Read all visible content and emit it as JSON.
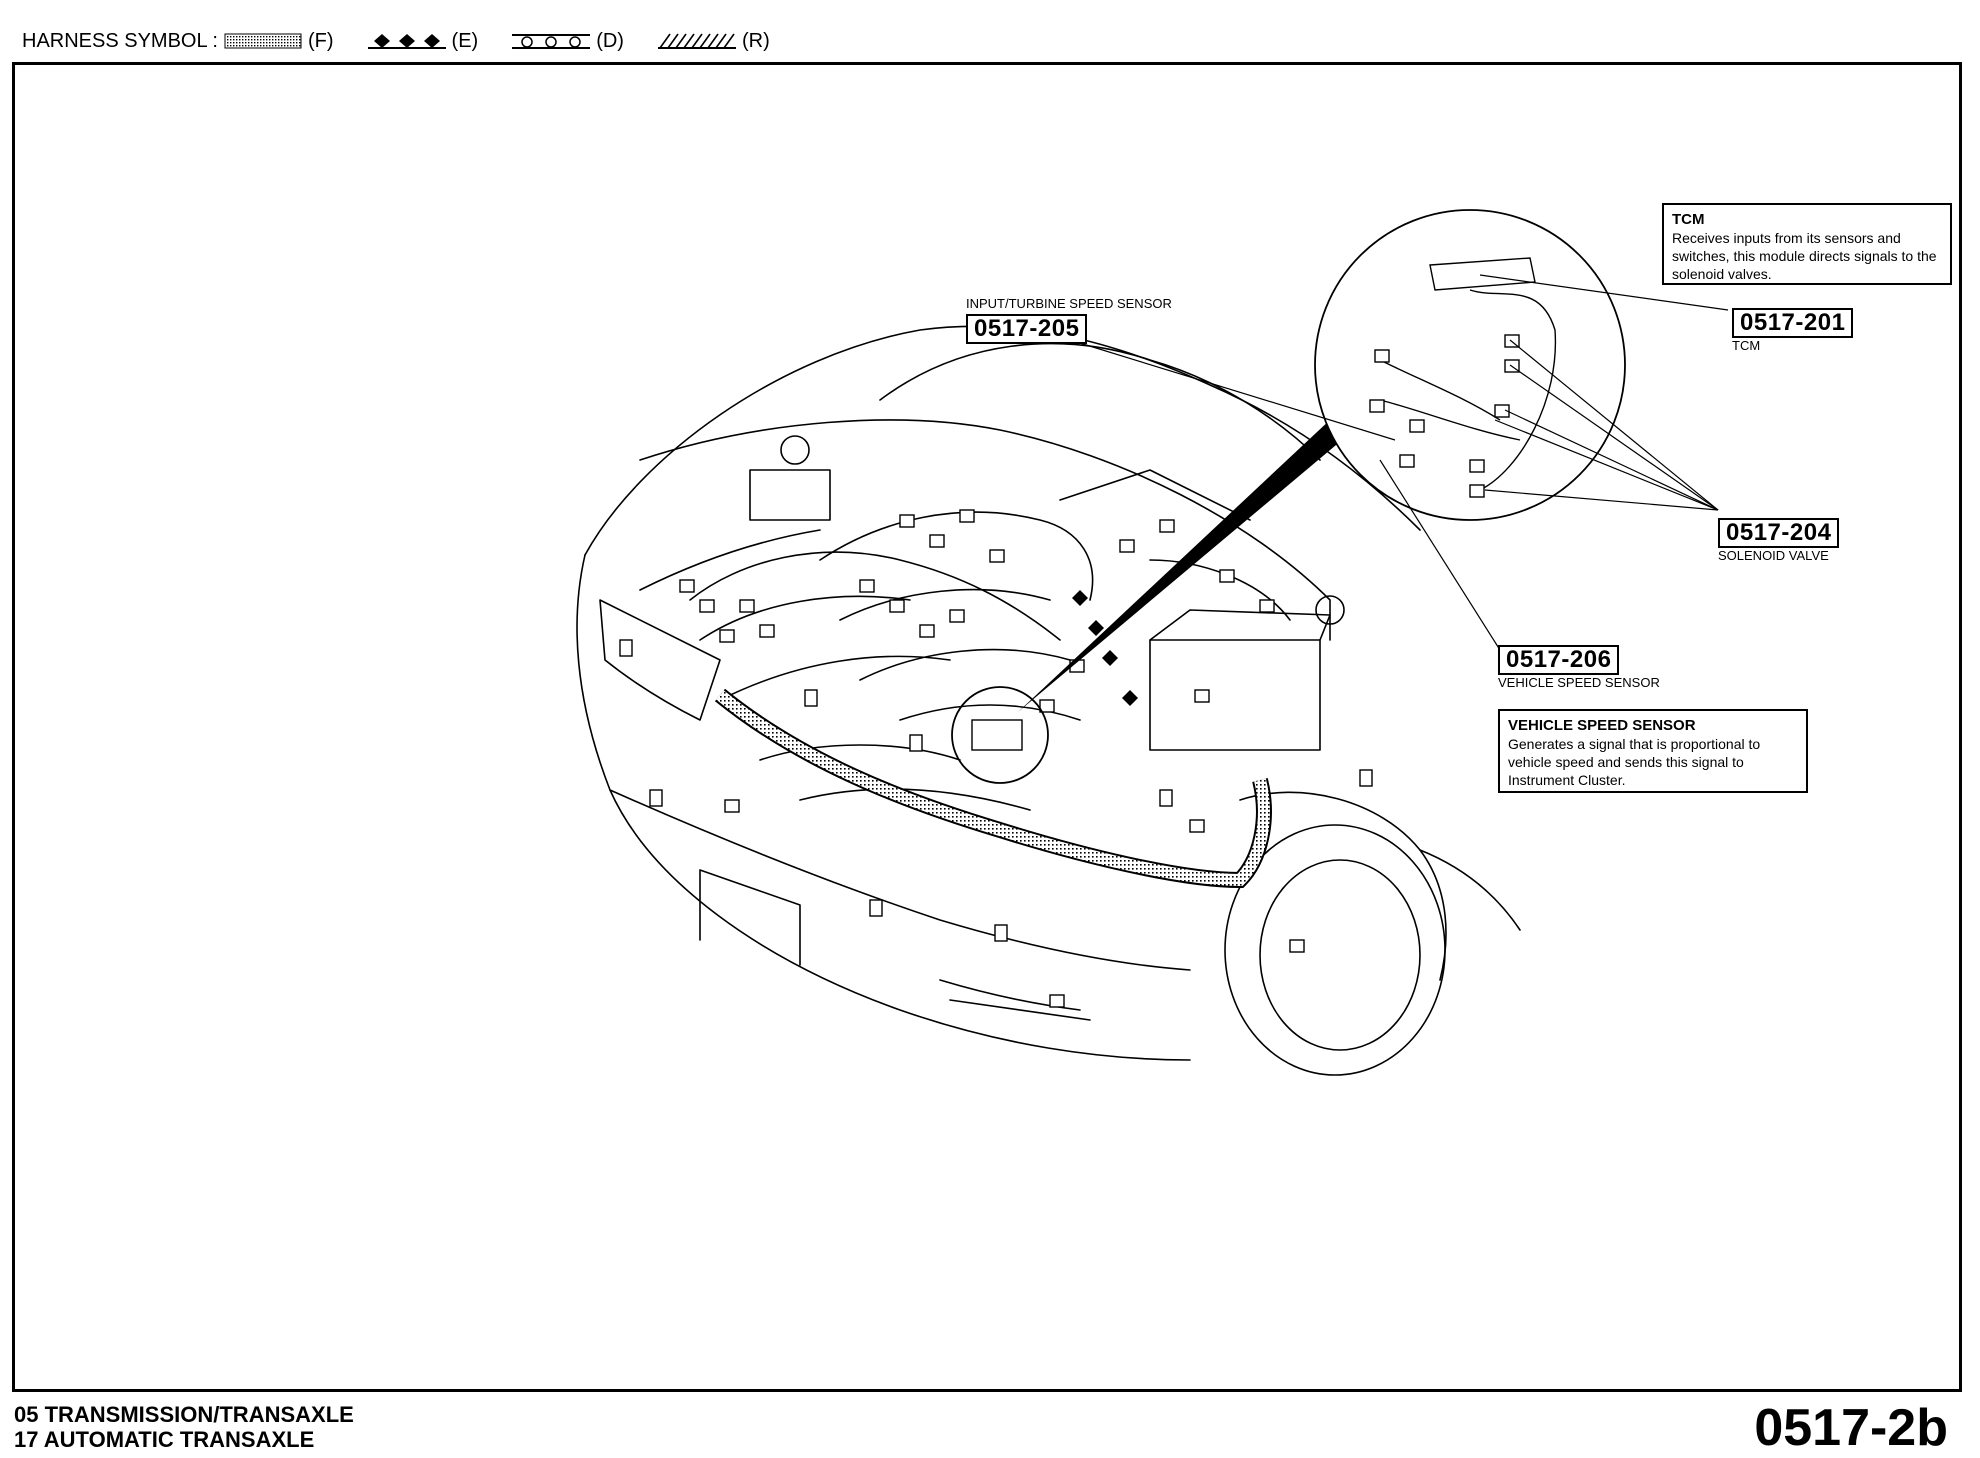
{
  "legend": {
    "prefix": "HARNESS SYMBOL :",
    "items": [
      {
        "code": "(F)",
        "pattern": "dotted"
      },
      {
        "code": "(E)",
        "pattern": "diamond"
      },
      {
        "code": "(D)",
        "pattern": "circle"
      },
      {
        "code": "(R)",
        "pattern": "hatched"
      }
    ]
  },
  "callouts": {
    "input_speed": {
      "code": "0517-205",
      "caption": "INPUT/TURBINE SPEED SENSOR"
    },
    "tcm": {
      "code": "0517-201",
      "caption": "TCM"
    },
    "solenoid": {
      "code": "0517-204",
      "caption": "SOLENOID VALVE"
    },
    "vss": {
      "code": "0517-206",
      "caption": "VEHICLE SPEED SENSOR"
    }
  },
  "notes": {
    "tcm": {
      "title": "TCM",
      "body": "Receives inputs from its sensors and switches, this module directs signals to the solenoid valves."
    },
    "vss": {
      "title": "VEHICLE SPEED SENSOR",
      "body": "Generates a signal that is proportional to vehicle speed and sends this signal to Instrument Cluster."
    }
  },
  "footer": {
    "line1": "05  TRANSMISSION/TRANSAXLE",
    "line2": "17  AUTOMATIC TRANSAXLE",
    "page": "0517-2b"
  }
}
